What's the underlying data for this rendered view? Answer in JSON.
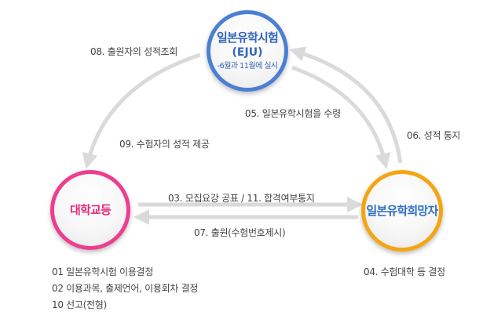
{
  "nodes": {
    "eju": {
      "title": "일본유학시험",
      "subtitle": "(EJU)",
      "note": "-6월과 11월에 실시"
    },
    "university": {
      "title": "대학교등"
    },
    "student": {
      "title": "일본유학희망자"
    }
  },
  "arrow_labels": {
    "l08": "08. 출원자의 성적조회",
    "l05": "05. 일본유학시험을 수령",
    "l06": "06. 성적 통지",
    "l09": "09. 수험자의 성적 제공",
    "l03": "03. 모집요강 공표 / 11. 합격여부통지",
    "l07": "07. 출원(수험번호제시)"
  },
  "university_steps": [
    "01 일본유학시험 이용결정",
    "02 이용과목, 출제언어, 이용회차 결정",
    "10 선고(전형)"
  ],
  "student_steps": [
    "04. 수험대학 등 결정"
  ],
  "colors": {
    "eju_border": "#4a7fd3",
    "university_border": "#ee3d8f",
    "student_border": "#f4a512",
    "arrow": "#dadada"
  }
}
